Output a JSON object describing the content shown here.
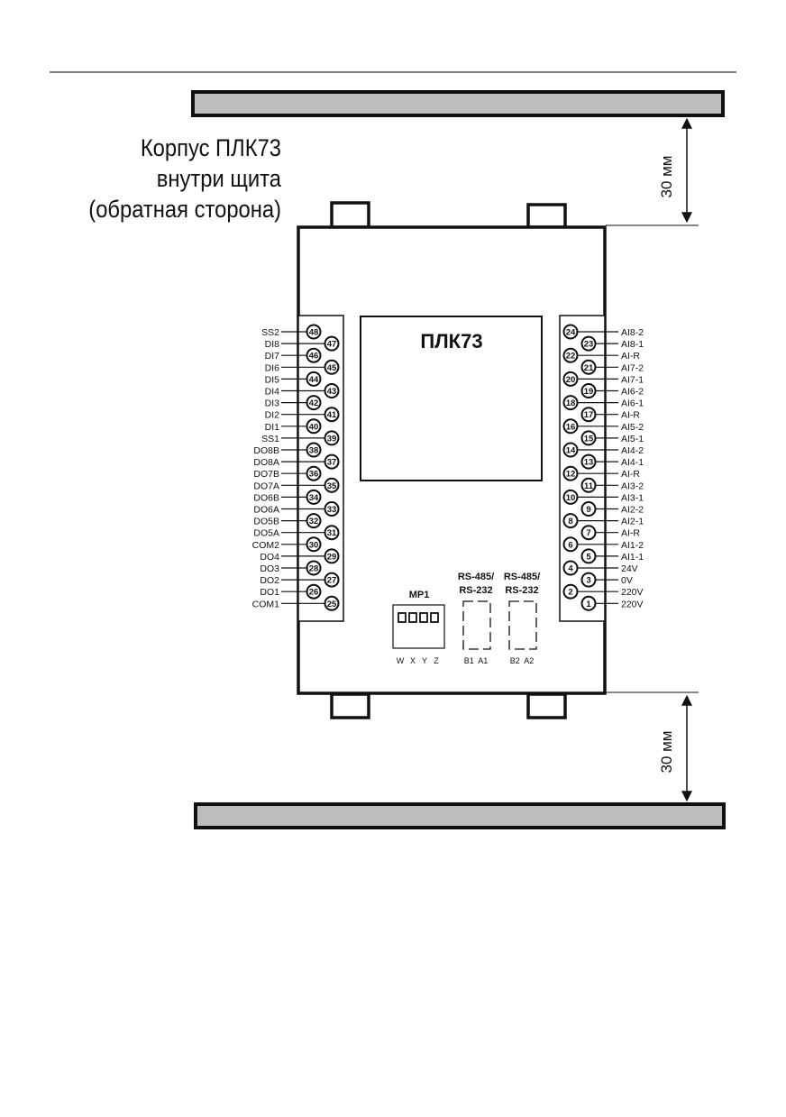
{
  "caption": {
    "line1": "Корпус ПЛК73",
    "line2": "внутри щита",
    "line3": "(обратная сторона)"
  },
  "dimensions": {
    "top": "30 мм",
    "bottom": "30 мм"
  },
  "device": {
    "name": "ПЛК73",
    "switch_label": "MP1",
    "switch_letters": [
      "W",
      "X",
      "Y",
      "Z"
    ],
    "port1_label_a": "RS-485/",
    "port1_label_b": "RS-232",
    "port1_pins": "B1  A1",
    "port2_label_a": "RS-485/",
    "port2_label_b": "RS-232",
    "port2_pins": "B2  A2"
  },
  "left_terminals": [
    {
      "num": "48",
      "label": "SS2"
    },
    {
      "num": "47",
      "label": "DI8"
    },
    {
      "num": "46",
      "label": "DI7"
    },
    {
      "num": "45",
      "label": "DI6"
    },
    {
      "num": "44",
      "label": "DI5"
    },
    {
      "num": "43",
      "label": "DI4"
    },
    {
      "num": "42",
      "label": "DI3"
    },
    {
      "num": "41",
      "label": "DI2"
    },
    {
      "num": "40",
      "label": "DI1"
    },
    {
      "num": "39",
      "label": "SS1"
    },
    {
      "num": "38",
      "label": "DO8B"
    },
    {
      "num": "37",
      "label": "DO8A"
    },
    {
      "num": "36",
      "label": "DO7B"
    },
    {
      "num": "35",
      "label": "DO7A"
    },
    {
      "num": "34",
      "label": "DO6B"
    },
    {
      "num": "33",
      "label": "DO6A"
    },
    {
      "num": "32",
      "label": "DO5B"
    },
    {
      "num": "31",
      "label": "DO5A"
    },
    {
      "num": "30",
      "label": "COM2"
    },
    {
      "num": "29",
      "label": "DO4"
    },
    {
      "num": "28",
      "label": "DO3"
    },
    {
      "num": "27",
      "label": "DO2"
    },
    {
      "num": "26",
      "label": "DO1"
    },
    {
      "num": "25",
      "label": "COM1"
    }
  ],
  "right_terminals": [
    {
      "num": "24",
      "label": "AI8-2"
    },
    {
      "num": "23",
      "label": "AI8-1"
    },
    {
      "num": "22",
      "label": "AI-R"
    },
    {
      "num": "21",
      "label": "AI7-2"
    },
    {
      "num": "20",
      "label": "AI7-1"
    },
    {
      "num": "19",
      "label": "AI6-2"
    },
    {
      "num": "18",
      "label": "AI6-1"
    },
    {
      "num": "17",
      "label": "AI-R"
    },
    {
      "num": "16",
      "label": "AI5-2"
    },
    {
      "num": "15",
      "label": "AI5-1"
    },
    {
      "num": "14",
      "label": "AI4-2"
    },
    {
      "num": "13",
      "label": "AI4-1"
    },
    {
      "num": "12",
      "label": "AI-R"
    },
    {
      "num": "11",
      "label": "AI3-2"
    },
    {
      "num": "10",
      "label": "AI3-1"
    },
    {
      "num": "9",
      "label": "AI2-2"
    },
    {
      "num": "8",
      "label": "AI2-1"
    },
    {
      "num": "7",
      "label": "AI-R"
    },
    {
      "num": "6",
      "label": "AI1-2"
    },
    {
      "num": "5",
      "label": "AI1-1"
    },
    {
      "num": "4",
      "label": "24V"
    },
    {
      "num": "3",
      "label": "0V"
    },
    {
      "num": "2",
      "label": "220V"
    },
    {
      "num": "1",
      "label": "220V"
    }
  ]
}
